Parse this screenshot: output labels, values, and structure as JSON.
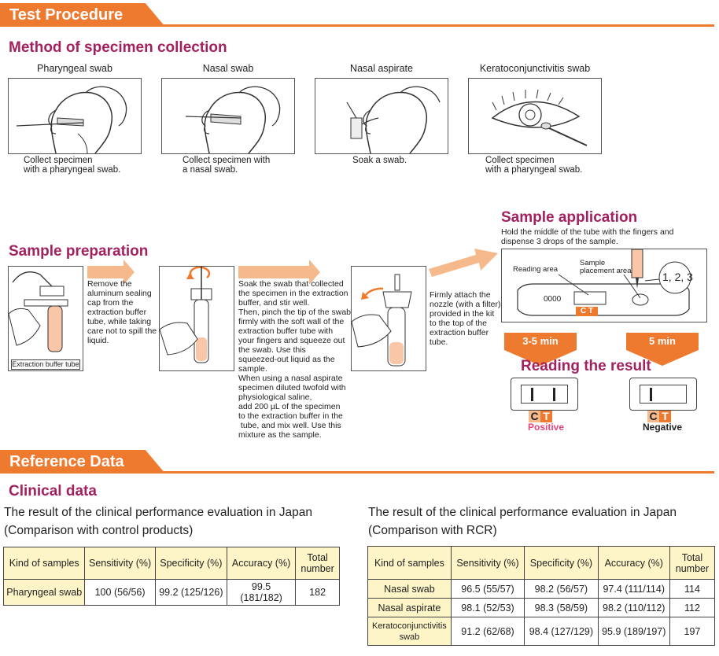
{
  "sections": {
    "procedure": "Test Procedure",
    "reference": "Reference Data"
  },
  "headings": {
    "collection": "Method of specimen collection",
    "preparation": "Sample preparation",
    "application": "Sample application",
    "reading": "Reading the result",
    "clinical": "Clinical data"
  },
  "collection": [
    {
      "title": "Pharyngeal swab",
      "caption": "Collect specimen\nwith a pharyngeal swab."
    },
    {
      "title": "Nasal swab",
      "caption": "Collect specimen with\na nasal swab."
    },
    {
      "title": "Nasal aspirate",
      "caption": "Soak a swab."
    },
    {
      "title": "Keratoconjunctivitis swab",
      "caption": "Collect specimen\nwith a pharyngeal swab."
    }
  ],
  "preparation": {
    "step1": "Remove the\naluminum sealing\ncap from the\nextraction buffer\ntube, while taking\ncare not to spill the\nliquid.",
    "tube_label": "Extraction buffer tube",
    "step2": "Soak the swab that collected\nthe specimen in the extraction\nbuffer, and stir well.\nThen, pinch the tip of the swab\nfirmly with the soft wall of the\nextraction buffer tube with\nyour fingers and squeeze out\nthe swab. Use this\nsqueezed-out liquid as the\nsample.\nWhen using a nasal aspirate\nspecimen diluted twofold with\nphysiological saline,\nadd 200 µL of the specimen\nto the extraction buffer in the\n tube, and mix well. Use this\nmixture as the sample.",
    "step3": "Firmly attach the\nnozzle (with a filter)\nprovided in the kit\nto the top of the\nextraction buffer\ntube."
  },
  "application": {
    "instruction": "Hold the middle of the tube with the fingers and\ndispense 3 drops of the sample.",
    "reading_area": "Reading area",
    "placement_area": "Sample\nplacement area",
    "drops": "1, 2, 3",
    "cassette_id": "0000",
    "ct": "C T"
  },
  "reading": {
    "time_positive": "3-5 min",
    "time_negative": "5 min",
    "positive": "Positive",
    "negative": "Negative",
    "c": "C",
    "t": "T",
    "colors": {
      "positive": "#e5457f",
      "negative": "#222222",
      "orange": "#ee7a2f"
    }
  },
  "clinical": {
    "left": {
      "title": "The result of the clinical performance evaluation in Japan\n(Comparison with control products)",
      "headers": [
        "Kind of samples",
        "Sensitivity (%)",
        "Specificity (%)",
        "Accuracy (%)",
        "Total\nnumber"
      ],
      "rows": [
        [
          "Pharyngeal swab",
          "100 (56/56)",
          "99.2 (125/126)",
          "99.5 (181/182)",
          "182"
        ]
      ]
    },
    "right": {
      "title": "The result of the clinical performance evaluation in Japan\n(Comparison with RCR)",
      "headers": [
        "Kind of samples",
        "Sensitivity (%)",
        "Specificity (%)",
        "Accuracy (%)",
        "Total\nnumber"
      ],
      "rows": [
        [
          "Nasal swab",
          "96.5 (55/57)",
          "98.2 (56/57)",
          "97.4 (111/114)",
          "114"
        ],
        [
          "Nasal aspirate",
          "98.1 (52/53)",
          "98.3 (58/59)",
          "98.2 (110/112)",
          "112"
        ],
        [
          "Keratoconjunctivitis\nswab",
          "91.2 (62/68)",
          "98.4 (127/129)",
          "95.9 (189/197)",
          "197"
        ]
      ]
    }
  }
}
